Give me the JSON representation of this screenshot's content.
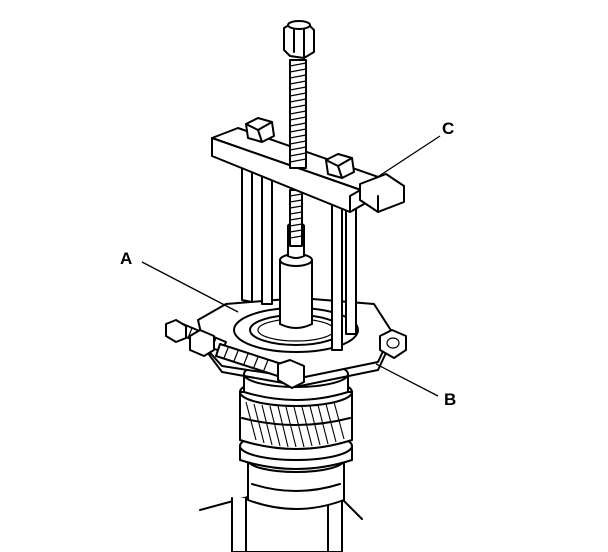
{
  "callouts": {
    "a": "A",
    "b": "B",
    "c": "C"
  },
  "colors": {
    "line": "#000000",
    "fill": "#ffffff"
  }
}
